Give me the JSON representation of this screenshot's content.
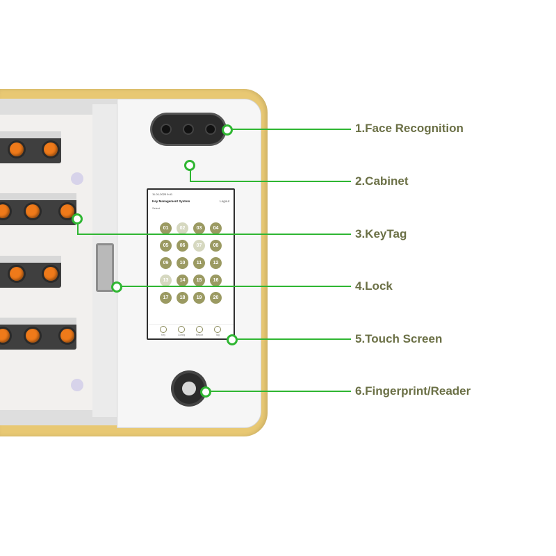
{
  "callouts": [
    {
      "label": "1.Face Recognition"
    },
    {
      "label": "2.Cabinet"
    },
    {
      "label": "3.KeyTag"
    },
    {
      "label": "4.Lock"
    },
    {
      "label": "5.Touch Screen"
    },
    {
      "label": "6.Fingerprint/Reader"
    }
  ],
  "screen": {
    "status_text": "11-01-2020 9:41",
    "title": "Key Management System",
    "logout": "Logout",
    "subtitle": "Select",
    "keys": [
      "01",
      "02",
      "03",
      "04",
      "05",
      "06",
      "07",
      "08",
      "09",
      "10",
      "11",
      "12",
      "13",
      "14",
      "15",
      "16",
      "17",
      "18",
      "19",
      "20"
    ],
    "nav": [
      "Key",
      "Config",
      "Report",
      "Tag"
    ]
  },
  "colors": {
    "accent": "#2fb632",
    "label": "#6b7046",
    "key_button": "#9b9a62",
    "frame": "#e8c873",
    "knob": "#ef7a1a"
  }
}
